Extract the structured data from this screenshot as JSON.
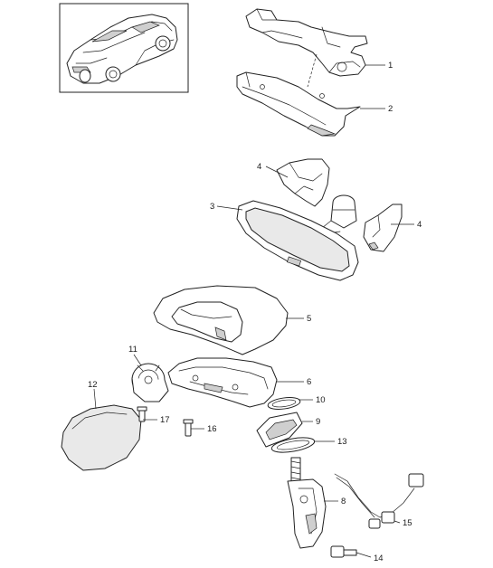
{
  "callouts": [
    {
      "id": "c1",
      "label": "1"
    },
    {
      "id": "c2",
      "label": "2"
    },
    {
      "id": "c3",
      "label": "3"
    },
    {
      "id": "c4a",
      "label": "4"
    },
    {
      "id": "c4b",
      "label": "4"
    },
    {
      "id": "c5",
      "label": "5"
    },
    {
      "id": "c6",
      "label": "6"
    },
    {
      "id": "c8",
      "label": "8"
    },
    {
      "id": "c9",
      "label": "9"
    },
    {
      "id": "c10",
      "label": "10"
    },
    {
      "id": "c11",
      "label": "11"
    },
    {
      "id": "c12",
      "label": "12"
    },
    {
      "id": "c13",
      "label": "13"
    },
    {
      "id": "c14",
      "label": "14"
    },
    {
      "id": "c15",
      "label": "15"
    },
    {
      "id": "c16",
      "label": "16"
    },
    {
      "id": "c17",
      "label": "17"
    }
  ]
}
